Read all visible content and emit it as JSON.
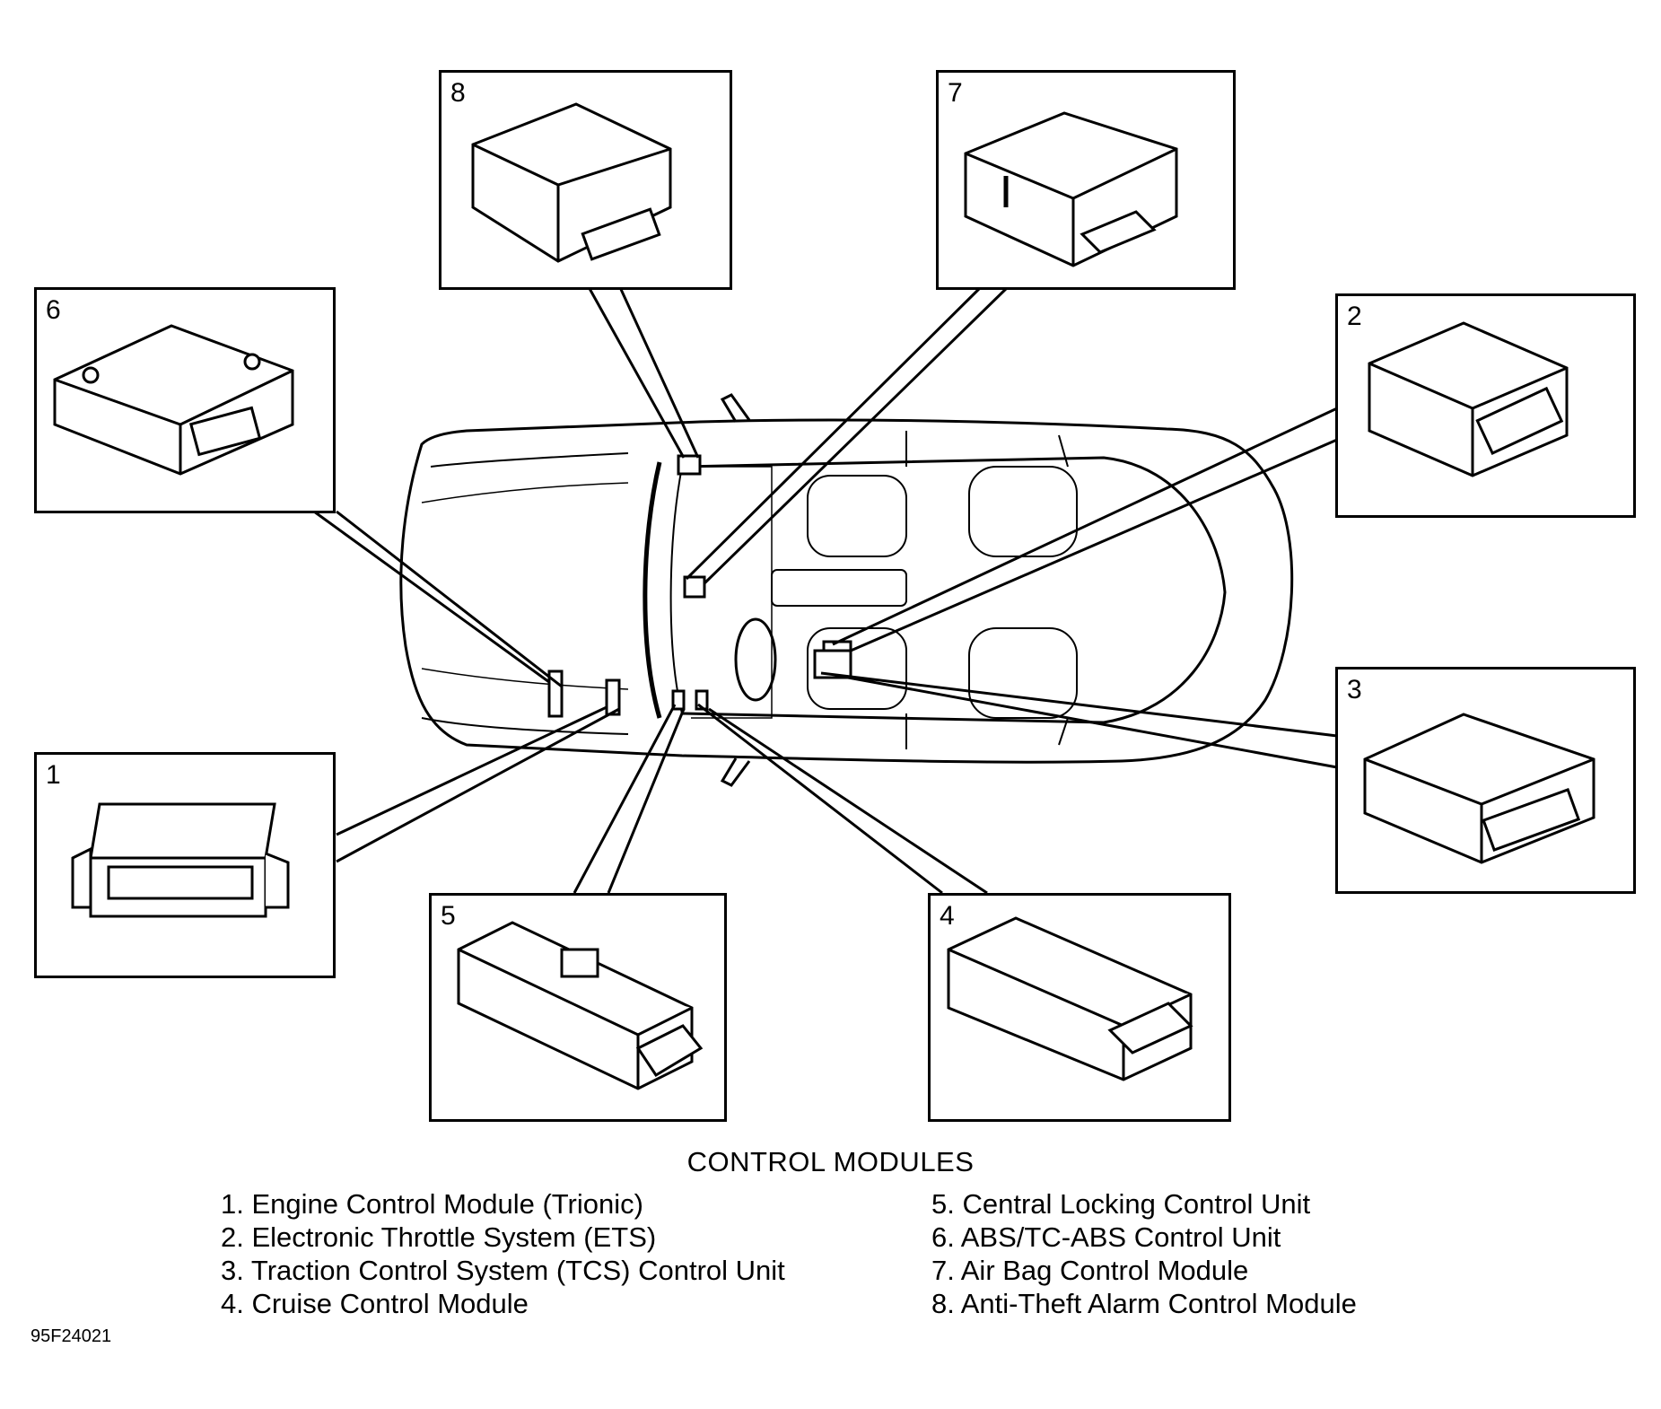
{
  "diagram": {
    "title": "CONTROL MODULES",
    "figure_id": "95F24021",
    "modules": [
      {
        "number": "1",
        "name": "Engine Control Module (Trionic)"
      },
      {
        "number": "2",
        "name": "Electronic Throttle System (ETS)"
      },
      {
        "number": "3",
        "name": "Traction Control System (TCS) Control Unit"
      },
      {
        "number": "4",
        "name": "Cruise Control Module"
      },
      {
        "number": "5",
        "name": "Central Locking Control Unit"
      },
      {
        "number": "6",
        "name": "ABS/TC-ABS Control Unit"
      },
      {
        "number": "7",
        "name": "Air Bag Control Module"
      },
      {
        "number": "8",
        "name": "Anti-Theft Alarm Control Module"
      }
    ],
    "legend_items": [
      "1. Engine Control Module (Trionic)",
      "2. Electronic Throttle System (ETS)",
      "3. Traction Control System (TCS) Control Unit",
      "4. Cruise Control Module",
      "5. Central Locking Control Unit",
      "6. ABS/TC-ABS Control Unit",
      "7. Air Bag Control Module",
      "8. Anti-Theft Alarm Control Module"
    ],
    "line_color": "#000000",
    "background_color": "#ffffff"
  }
}
